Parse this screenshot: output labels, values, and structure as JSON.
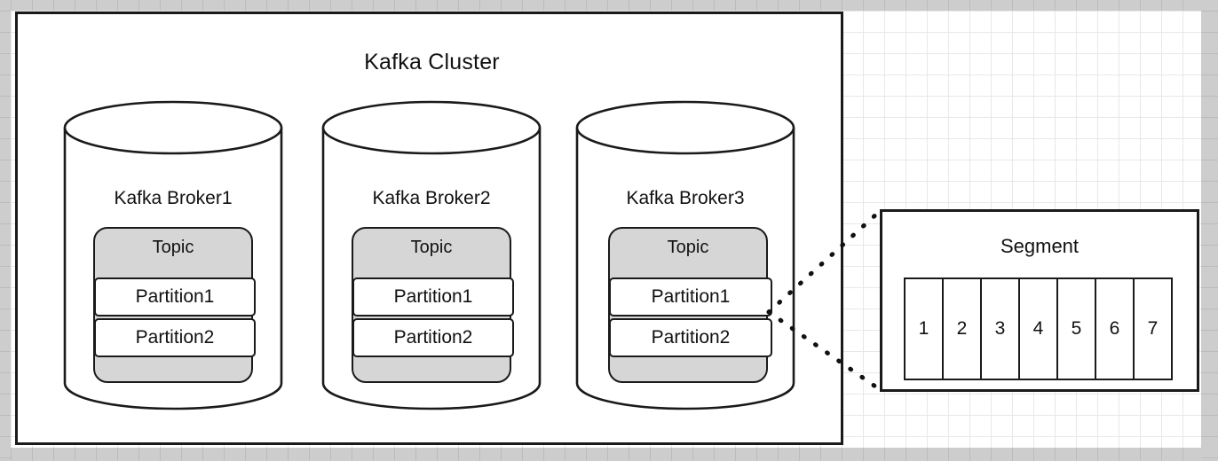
{
  "diagram": {
    "title": "Kafka Cluster",
    "background": {
      "canvas_color": "#ffffff",
      "grid_color": "#e8e8e8",
      "ruler_color": "#cdcdcd"
    },
    "colors": {
      "stroke": "#1a1a1a",
      "topic_fill": "#d6d6d6",
      "partition_fill": "#ffffff"
    },
    "brokers": [
      {
        "label": "Kafka Broker1",
        "topic": {
          "label": "Topic"
        },
        "partitions": [
          {
            "label": "Partition1"
          },
          {
            "label": "Partition2"
          }
        ]
      },
      {
        "label": "Kafka Broker2",
        "topic": {
          "label": "Topic"
        },
        "partitions": [
          {
            "label": "Partition1"
          },
          {
            "label": "Partition2"
          }
        ]
      },
      {
        "label": "Kafka Broker3",
        "topic": {
          "label": "Topic"
        },
        "partitions": [
          {
            "label": "Partition1"
          },
          {
            "label": "Partition2"
          }
        ]
      }
    ],
    "segment": {
      "title": "Segment",
      "cells": [
        "1",
        "2",
        "3",
        "4",
        "5",
        "6",
        "7"
      ]
    },
    "connector": {
      "style": "dotted",
      "from": "broker3-partition1",
      "to": "segment"
    }
  }
}
